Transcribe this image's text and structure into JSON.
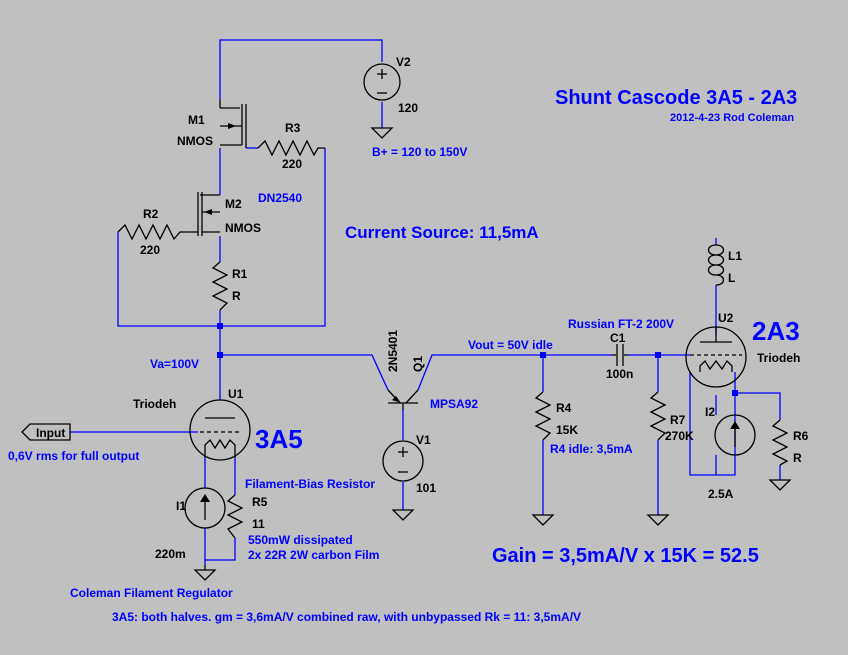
{
  "title": "Shunt Cascode 3A5 - 2A3",
  "subtitle": "2012-4-23 Rod Coleman",
  "current_source_note": "Current Source: 11,5mA",
  "bplus_note": "B+ = 120 to 150V",
  "va_note": "Va=100V",
  "vout_note": "Vout = 50V idle",
  "cap_note": "Russian FT-2 200V",
  "r4_note": "R4 idle: 3,5mA",
  "input_note": "0,6V rms for full output",
  "filament_bias_note": "Filament-Bias Resistor",
  "r5_notes": [
    "550mW dissipated",
    "2x 22R 2W carbon Film"
  ],
  "regulator_note": "Coleman Filament Regulator",
  "gain_note": "Gain = 3,5mA/V x 15K = 52.5",
  "bottom_note": "3A5: both halves. gm = 3,6mA/V combined raw, with unbypassed Rk = 11: 3,5mA/V",
  "port_input": "Input",
  "tube1_name": "3A5",
  "tube2_name": "2A3",
  "components": {
    "V2": {
      "ref": "V2",
      "value": "120"
    },
    "M1": {
      "ref": "M1",
      "value": "NMOS"
    },
    "M2": {
      "ref": "M2",
      "value": "NMOS"
    },
    "DN": {
      "value": "DN2540"
    },
    "R3": {
      "ref": "R3",
      "value": "220"
    },
    "R2": {
      "ref": "R2",
      "value": "220"
    },
    "R1": {
      "ref": "R1",
      "value": "R"
    },
    "U1": {
      "ref": "U1",
      "value": "Triodeh"
    },
    "Q1": {
      "ref": "Q1",
      "value": "2N5401",
      "label": "MPSA92"
    },
    "V1": {
      "ref": "V1",
      "value": "101"
    },
    "R5": {
      "ref": "R5",
      "value": "11"
    },
    "I1": {
      "ref": "I1",
      "value": "220m"
    },
    "R4": {
      "ref": "R4",
      "value": "15K"
    },
    "C1": {
      "ref": "C1",
      "value": "100n"
    },
    "R7": {
      "ref": "R7",
      "value": "270K"
    },
    "U2": {
      "ref": "U2",
      "value": "Triodeh"
    },
    "L1": {
      "ref": "L1",
      "value": "L"
    },
    "I2": {
      "ref": "I2",
      "value": "2.5A"
    },
    "R6": {
      "ref": "R6",
      "value": "R"
    }
  },
  "colors": {
    "background": "#c0c0c0",
    "wire": "#0000ff",
    "component": "#000000",
    "annotation": "#0000ff"
  }
}
